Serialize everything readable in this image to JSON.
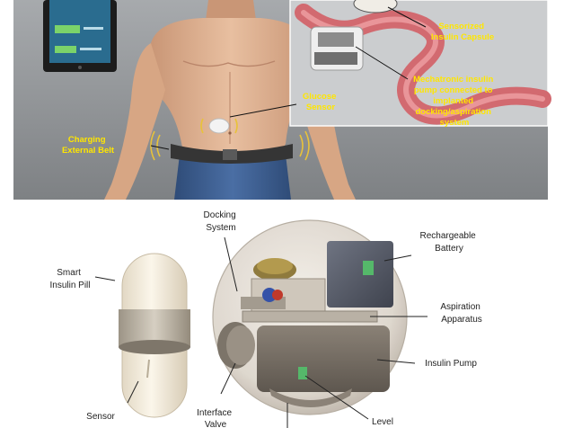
{
  "top_panel": {
    "labels": {
      "sensorized_capsule": [
        "Sensorized",
        "Insulin Capsule"
      ],
      "pump": [
        "Mechatronic insulin",
        "pump connected to",
        "implanted",
        "docking/aspiration",
        "system"
      ],
      "glucose_sensor": [
        "Glucose",
        "Sensor"
      ],
      "charging_belt": [
        "Charging",
        "External Belt"
      ]
    }
  },
  "bottom_panel": {
    "labels": {
      "smart_pill": [
        "Smart",
        "Insulin Pill"
      ],
      "sensor": [
        "Sensor"
      ],
      "docking": [
        "Docking",
        "System"
      ],
      "interface_valve": [
        "Interface",
        "Valve"
      ],
      "battery": [
        "Rechargeable",
        "Battery"
      ],
      "aspiration": [
        "Aspiration",
        "Apparatus"
      ],
      "insulin_pump": [
        "Insulin Pump"
      ],
      "level": [
        "Level"
      ]
    }
  },
  "colors": {
    "label_yellow": "#ffe600",
    "skin": "#e2b697",
    "jeans": "#3d5f92",
    "intestine": "#d26a70"
  }
}
